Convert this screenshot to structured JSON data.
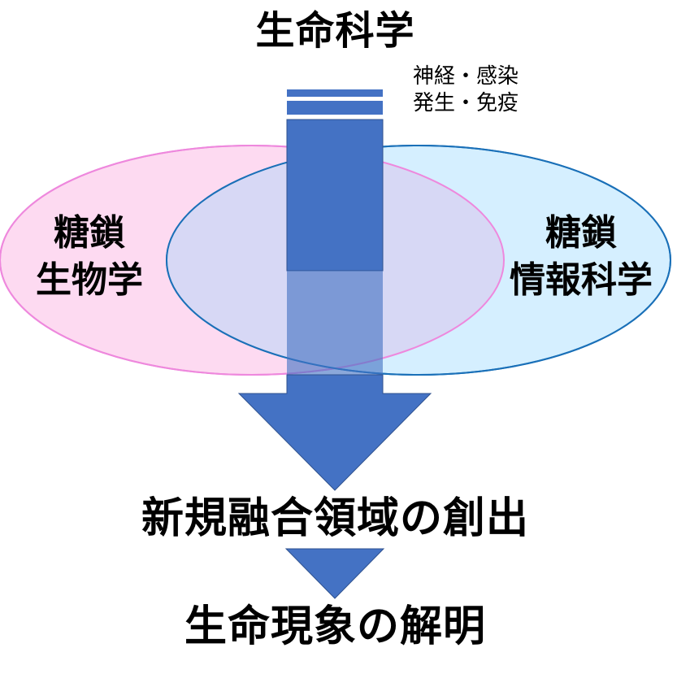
{
  "top_title": "生命科学",
  "side_note": {
    "line1": "神経・感染",
    "line2": "発生・免疫"
  },
  "left_circle": {
    "line1": "糖鎖",
    "line2": "生物学",
    "fill": "#fddaf1",
    "stroke": "#ee88dd"
  },
  "right_circle": {
    "line1": "糖鎖",
    "line2": "情報科学",
    "fill": "#d5efff",
    "stroke": "#1a70b8"
  },
  "overlap_fill": "#d7d8f5",
  "arrow_color": "#4472c4",
  "middle_conclusion": "新規融合領域の創出",
  "bottom_conclusion": "生命現象の解明"
}
